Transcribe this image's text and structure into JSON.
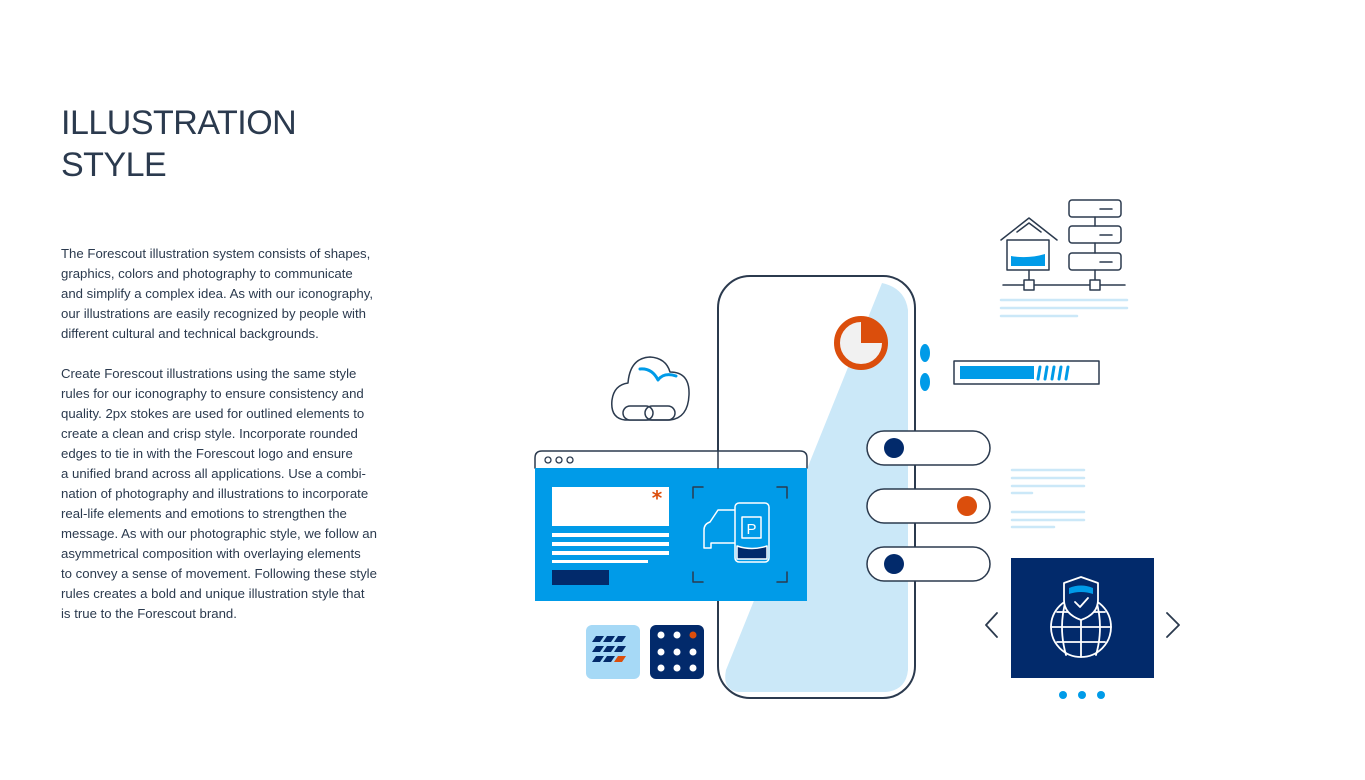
{
  "heading": {
    "line1": "ILLUSTRATION",
    "line2": "STYLE"
  },
  "paragraphs": [
    "The Forescout illustration system consists of shapes,\ngraphics, colors and photography to communicate\nand simplify a complex idea. As with our iconography,\nour illustrations are easily recognized by people with\ndifferent cultural and technical backgrounds.",
    "Create Forescout illustrations using the same style\nrules for our iconography to ensure consistency and\nquality. 2px stokes are used for outlined elements to\ncreate a clean and crisp style. Incorporate rounded\nedges to tie in with the Forescout logo and ensure\na unified brand across all applications. Use a combi-\nnation of photography and illustrations to incorporate\nreal-life elements and emotions to strengthen the\nmessage. As with our photographic style, we follow an\nasymmetrical composition with overlaying elements\nto convey a sense of movement. Following these style\nrules creates a bold and unique illustration style that\nis true to the Forescout brand."
  ],
  "illustration": {
    "parking_label": "P",
    "colors": {
      "navy": "#022a6b",
      "blue": "#009be8",
      "light_blue": "#cbe8f8",
      "orange": "#db4e0c",
      "outline": "#2b3a4e"
    }
  }
}
